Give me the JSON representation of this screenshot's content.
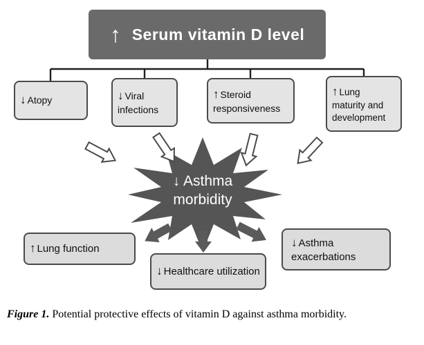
{
  "colors": {
    "top-fill": "#6a6a6a",
    "star-fill": "#555555",
    "factor-fill": "#e4e4e4",
    "outcome-fill": "#dcdcdc",
    "border": "#4a4a4a",
    "line": "#1f1f1f",
    "arrow-solid": "#5a5a5a"
  },
  "diagram": {
    "top": {
      "arrow": "↑",
      "label": "Serum vitamin D level"
    },
    "factors": [
      {
        "arrow": "↓",
        "label": "Atopy"
      },
      {
        "arrow": "↓",
        "label": "Viral infections"
      },
      {
        "arrow": "↑",
        "label": "Steroid responsiveness"
      },
      {
        "arrow": "↑",
        "label": "Lung maturity and development"
      }
    ],
    "center": {
      "arrow": "↓",
      "line1": "Asthma",
      "line2": "morbidity"
    },
    "outcomes": [
      {
        "arrow": "↑",
        "label": "Lung function"
      },
      {
        "arrow": "↓",
        "label": "Healthcare utilization"
      },
      {
        "arrow": "↓",
        "label": "Asthma exacerbations"
      }
    ]
  },
  "caption": {
    "label": "Figure 1.",
    "text": "Potential protective effects of vitamin D against asthma morbidity."
  }
}
